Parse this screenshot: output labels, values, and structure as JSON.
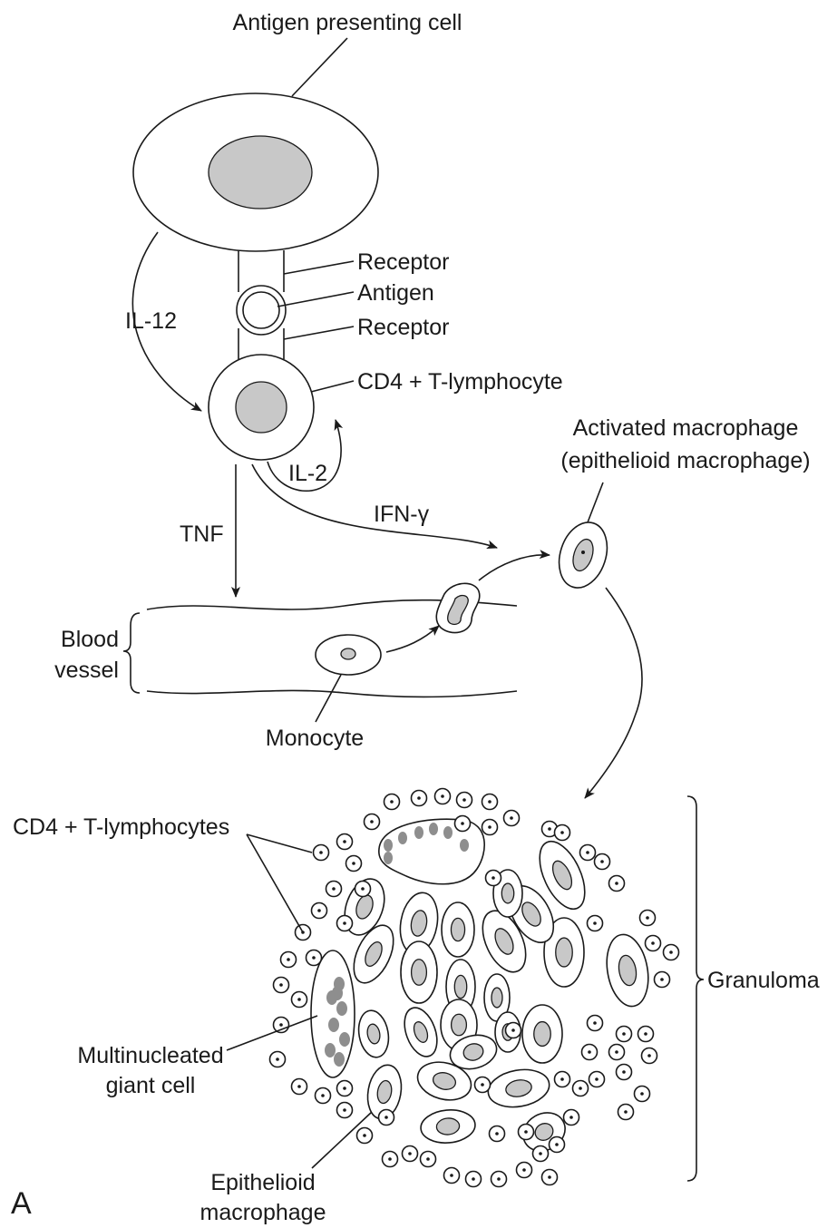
{
  "labels": {
    "antigen_presenting_cell": "Antigen presenting cell",
    "receptor_top": "Receptor",
    "antigen": "Antigen",
    "receptor_bottom": "Receptor",
    "cd4_t_lymphocyte": "CD4 + T-lymphocyte",
    "il12": "IL-12",
    "il2": "IL-2",
    "tnf": "TNF",
    "ifn_gamma": "IFN-γ",
    "activated_macrophage_line1": "Activated macrophage",
    "activated_macrophage_line2": "(epithelioid macrophage)",
    "blood_vessel_line1": "Blood",
    "blood_vessel_line2": "vessel",
    "monocyte": "Monocyte",
    "cd4_t_lymphocytes": "CD4 + T-lymphocytes",
    "granuloma": "Granuloma",
    "giant_cell_line1": "Multinucleated",
    "giant_cell_line2": "giant cell",
    "epithelioid_line1": "Epithelioid",
    "epithelioid_line2": "macrophage",
    "panel": "A"
  },
  "colors": {
    "stroke": "#1a1a1a",
    "nucleus": "#c8c8c8",
    "giant_cell_nuclei": "#8e8e8e"
  }
}
